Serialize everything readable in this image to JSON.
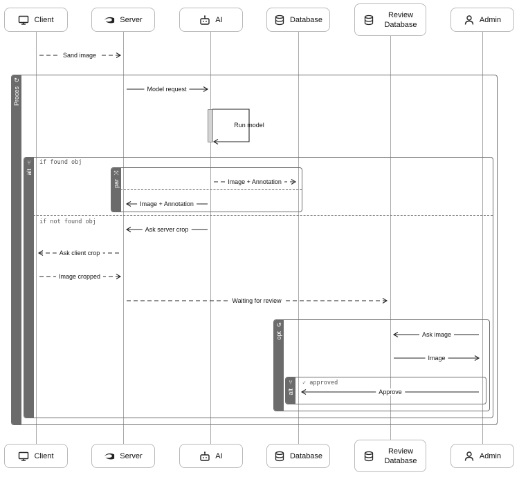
{
  "participants": [
    {
      "id": "client",
      "label": "Client",
      "icon": "monitor-icon"
    },
    {
      "id": "server",
      "label": "Server",
      "icon": "nvidia-icon"
    },
    {
      "id": "ai",
      "label": "AI",
      "icon": "robot-icon"
    },
    {
      "id": "database",
      "label": "Database",
      "icon": "database-icon"
    },
    {
      "id": "review",
      "label_line1": "Review",
      "label_line2": "Database",
      "icon": "database-icon"
    },
    {
      "id": "admin",
      "label": "Admin",
      "icon": "user-icon"
    }
  ],
  "frames": {
    "process": {
      "tag": "Proces"
    },
    "alt_outer": {
      "tag": "alt",
      "cond1": "if found obj",
      "cond2": "if not found obj"
    },
    "par": {
      "tag": "par"
    },
    "opt": {
      "tag": "opt"
    },
    "alt_inner": {
      "tag": "alt",
      "cond": "approved"
    }
  },
  "messages": [
    {
      "from": "client",
      "to": "server",
      "label": "Sand image",
      "style": "dashed"
    },
    {
      "from": "server",
      "to": "ai",
      "label": "Model request",
      "style": "solid"
    },
    {
      "from": "ai",
      "to": "ai",
      "label": "Run model",
      "style": "solid"
    },
    {
      "from": "ai",
      "to": "database",
      "label": "Image + Annotation",
      "style": "dashed"
    },
    {
      "from": "ai",
      "to": "server",
      "label": "Image + Annotation",
      "style": "solid"
    },
    {
      "from": "ai",
      "to": "server",
      "label": "Ask server crop",
      "style": "solid"
    },
    {
      "from": "server",
      "to": "client",
      "label": "Ask client crop",
      "style": "dashed"
    },
    {
      "from": "client",
      "to": "server",
      "label": "Image cropped",
      "style": "dashed"
    },
    {
      "from": "server",
      "to": "review",
      "label": "Waiting for review",
      "style": "dashed"
    },
    {
      "from": "admin",
      "to": "review",
      "label": "Ask image",
      "style": "solid"
    },
    {
      "from": "review",
      "to": "admin",
      "label": "Image",
      "style": "solid"
    },
    {
      "from": "admin",
      "to": "database",
      "label": "Approve",
      "style": "solid"
    }
  ]
}
